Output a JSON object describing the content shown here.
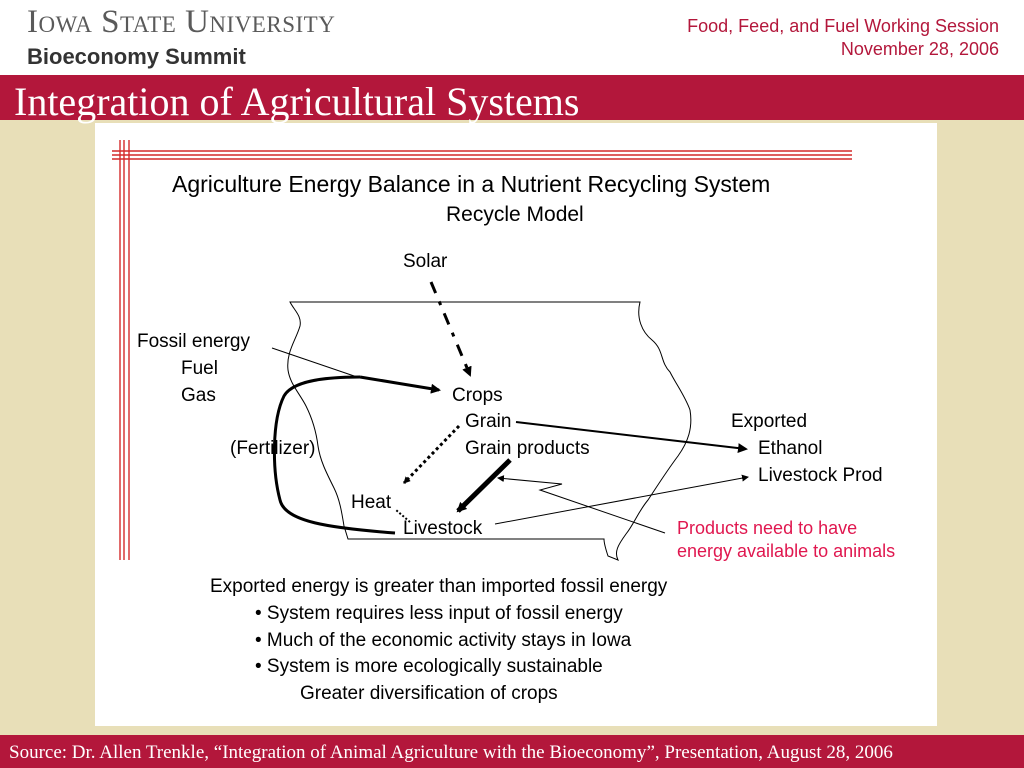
{
  "header": {
    "logo": "Iowa State University",
    "subtitle": "Bioeconomy Summit",
    "session_line1": "Food, Feed, and Fuel Working Session",
    "session_line2": "November 28, 2006"
  },
  "slide": {
    "title": "Integration of Agricultural Systems"
  },
  "diagram": {
    "title": "Agriculture Energy Balance in a Nutrient Recycling System",
    "subtitle": "Recycle Model",
    "nodes": {
      "solar": "Solar",
      "fossil_energy": "Fossil energy",
      "fuel": "Fuel",
      "gas": "Gas",
      "crops": "Crops",
      "grain": "Grain",
      "grain_products": "Grain products",
      "exported": "Exported",
      "ethanol": "Ethanol",
      "livestock_prod": "Livestock Prod",
      "fertilizer": "(Fertilizer)",
      "heat": "Heat",
      "livestock": "Livestock"
    },
    "note_line1": "Products need to have",
    "note_line2": "energy available to animals"
  },
  "summary": {
    "heading": "Exported energy is greater than imported fossil energy",
    "bullets": [
      "• System requires less input of fossil energy",
      "• Much of the economic activity stays in Iowa",
      "• System is more ecologically sustainable"
    ],
    "subpoint": "Greater diversification of crops"
  },
  "footer": {
    "source": "Source: Dr. Allen Trenkle, “Integration of Animal Agriculture with the Bioeconomy”, Presentation, August 28, 2006"
  },
  "colors": {
    "brand_red": "#b3173b",
    "background": "#e8dfb8",
    "note_red": "#e0174f"
  }
}
